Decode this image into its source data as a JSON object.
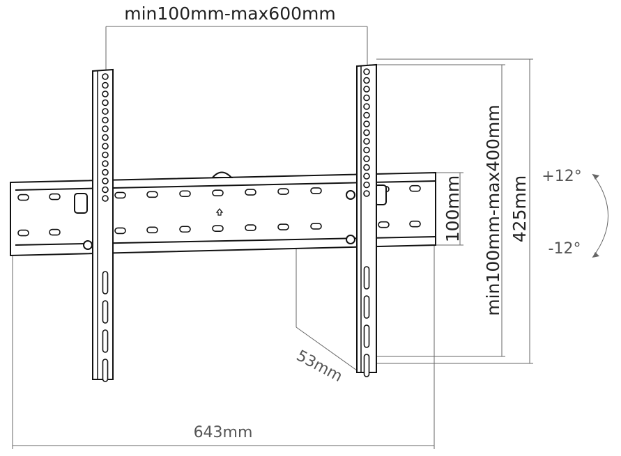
{
  "dimensions": {
    "horizontal_pitch": "min100mm-max600mm",
    "rail_height": "100mm",
    "vertical_pitch": "min100mm-max400mm",
    "total_height": "425mm",
    "tilt_up": "+12°",
    "tilt_down": "-12°",
    "depth": "53mm",
    "total_width": "643mm"
  },
  "colors": {
    "line": "#111111",
    "dimension": "#666666"
  }
}
